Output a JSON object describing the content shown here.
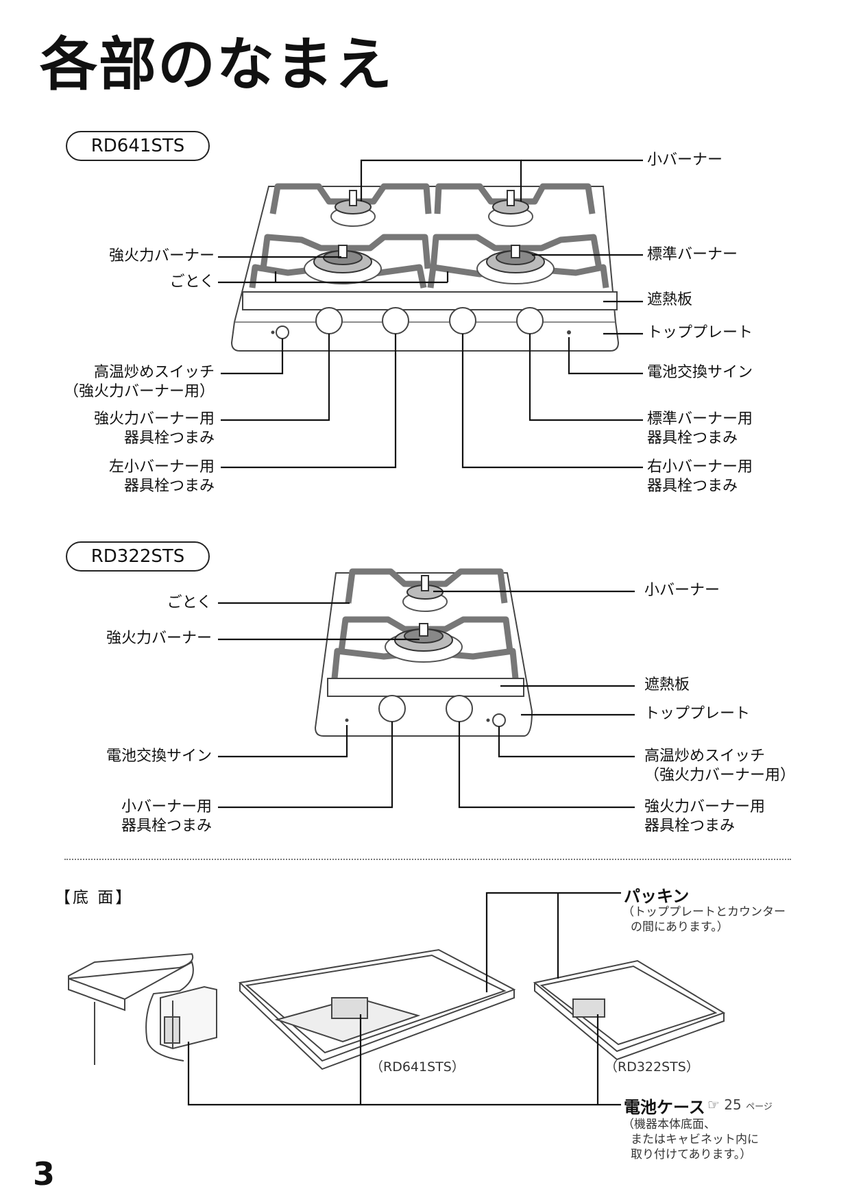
{
  "page": {
    "title": "各部のなまえ",
    "number": "3"
  },
  "models": {
    "rd641": {
      "name": "RD641STS",
      "labels": {
        "small_burner": "小バーナー",
        "strong_burner": "強火力バーナー",
        "gotoku": "ごとく",
        "standard_burner": "標準バーナー",
        "heat_shield": "遮熱板",
        "top_plate": "トッププレート",
        "high_temp_switch": [
          "高温炒めスイッチ",
          "（強火力バーナー用）"
        ],
        "battery_sign": "電池交換サイン",
        "strong_knob": [
          "強火力バーナー用",
          "器具栓つまみ"
        ],
        "standard_knob": [
          "標準バーナー用",
          "器具栓つまみ"
        ],
        "left_small_knob": [
          "左小バーナー用",
          "器具栓つまみ"
        ],
        "right_small_knob": [
          "右小バーナー用",
          "器具栓つまみ"
        ]
      }
    },
    "rd322": {
      "name": "RD322STS",
      "labels": {
        "gotoku": "ごとく",
        "strong_burner": "強火力バーナー",
        "small_burner": "小バーナー",
        "heat_shield": "遮熱板",
        "top_plate": "トッププレート",
        "battery_sign": "電池交換サイン",
        "high_temp_switch": [
          "高温炒めスイッチ",
          "（強火力バーナー用）"
        ],
        "small_knob": [
          "小バーナー用",
          "器具栓つまみ"
        ],
        "strong_knob": [
          "強火力バーナー用",
          "器具栓つまみ"
        ]
      }
    }
  },
  "bottom": {
    "heading": "【底 面】",
    "packing": {
      "title": "パッキン",
      "note": [
        "（トッププレートとカウンター",
        "の間にあります。）"
      ]
    },
    "battery_case": {
      "title": "電池ケース",
      "ref": "25",
      "ref_unit": "ページ",
      "note": [
        "（機器本体底面、",
        "またはキャビネット内に",
        "取り付けてあります。）"
      ]
    },
    "captions": [
      "（RD641STS）",
      "（RD322STS）"
    ]
  }
}
